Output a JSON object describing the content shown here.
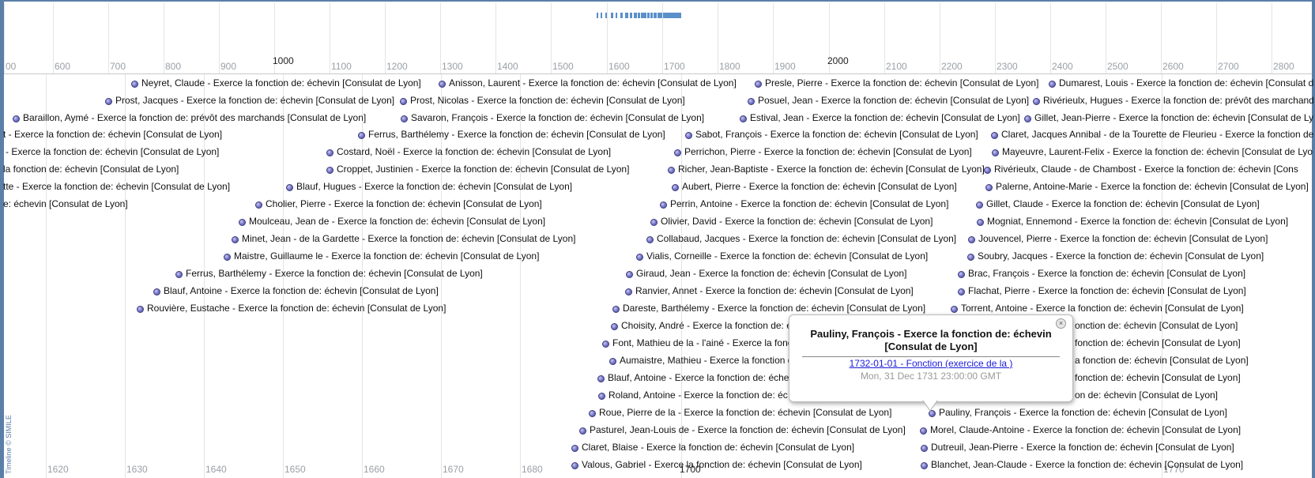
{
  "timeline": {
    "credit": "Timeline © SIMILE",
    "upper_ticks": [
      "00",
      "600",
      "700",
      "800",
      "900",
      "1000",
      "1100",
      "1200",
      "1300",
      "1400",
      "1500",
      "1600",
      "1700",
      "1800",
      "1900",
      "2000",
      "2100",
      "2200",
      "2300",
      "2400",
      "2500",
      "2600",
      "2700",
      "2800"
    ],
    "lower_ticks": [
      "1620",
      "1630",
      "1640",
      "1650",
      "1660",
      "1670",
      "1680",
      "1700",
      "1770"
    ],
    "popup": {
      "title": "Pauliny, François - Exerce la fonction de: échevin [Consulat de Lyon]",
      "link": "1732-01-01 - Fonction (exercice de la )",
      "date": "Mon, 31 Dec 1731 23:00:00 GMT",
      "close_glyph": "×"
    },
    "events": [
      "Neyret, Claude - Exerce la fonction de: échevin [Consulat de Lyon]",
      "Anisson, Laurent - Exerce la fonction de: échevin [Consulat de Lyon]",
      "Presle, Pierre - Exerce la fonction de: échevin [Consulat de Lyon]",
      "Dumarest, Louis - Exerce la fonction de: échevin [Consulat d",
      "Prost, Jacques - Exerce la fonction de: échevin [Consulat de Lyon]",
      "Prost, Nicolas - Exerce la fonction de: échevin [Consulat de Lyon]",
      "Posuel, Jean - Exerce la fonction de: échevin [Consulat de Lyon]",
      "Rivérieulx, Hugues - Exerce la fonction de: prévôt des marchand",
      "Baraillon, Aymé - Exerce la fonction de: prévôt des marchands [Consulat de Lyon]",
      "Savaron, François - Exerce la fonction de: échevin [Consulat de Lyon]",
      "Estival, Jean - Exerce la fonction de: échevin [Consulat de Lyon]",
      "Gillet, Jean-Pierre - Exerce la fonction de: échevin [Consulat de Ly",
      "t - Exerce la fonction de: échevin [Consulat de Lyon]",
      "Ferrus, Barthélemy - Exerce la fonction de: échevin [Consulat de Lyon]",
      "Sabot, François - Exerce la fonction de: échevin [Consulat de Lyon]",
      "Claret, Jacques Annibal - de la Tourette de Fleurieu - Exerce la fonction de",
      "- Exerce la fonction de: échevin [Consulat de Lyon]",
      "Costard, Noël - Exerce la fonction de: échevin [Consulat de Lyon]",
      "Perrichon, Pierre - Exerce la fonction de: échevin [Consulat de Lyon]",
      "Mayeuvre, Laurent-Felix - Exerce la fonction de: échevin [Consulat de Lyo",
      "la fonction de: échevin [Consulat de Lyon]",
      "Croppet, Justinien - Exerce la fonction de: échevin [Consulat de Lyon]",
      "Richer, Jean-Baptiste - Exerce la fonction de: échevin [Consulat de Lyon]",
      "Rivérieulx, Claude - de Chambost - Exerce la fonction de: échevin [Cons",
      "tte - Exerce la fonction de: échevin [Consulat de Lyon]",
      "Blauf, Hugues - Exerce la fonction de: échevin [Consulat de Lyon]",
      "Aubert, Pierre - Exerce la fonction de: échevin [Consulat de Lyon]",
      "Palerne, Antoine-Marie - Exerce la fonction de: échevin [Consulat de Lyon]",
      "e: échevin [Consulat de Lyon]",
      "Cholier, Pierre - Exerce la fonction de: échevin [Consulat de Lyon]",
      "Perrin, Antoine - Exerce la fonction de: échevin [Consulat de Lyon]",
      "Gillet, Claude - Exerce la fonction de: échevin [Consulat de Lyon]",
      "Moulceau, Jean de - Exerce la fonction de: échevin [Consulat de Lyon]",
      "Olivier, David - Exerce la fonction de: échevin [Consulat de Lyon]",
      "Mogniat, Ennemond - Exerce la fonction de: échevin [Consulat de Lyon]",
      "Minet, Jean - de la Gardette - Exerce la fonction de: échevin [Consulat de Lyon]",
      "Collabaud, Jacques - Exerce la fonction de: échevin [Consulat de Lyon]",
      "Jouvencel, Pierre - Exerce la fonction de: échevin [Consulat de Lyon]",
      "Maistre, Guillaume le - Exerce la fonction de: échevin [Consulat de Lyon]",
      "Vialis, Corneille - Exerce la fonction de: échevin [Consulat de Lyon]",
      "Soubry, Jacques - Exerce la fonction de: échevin [Consulat de Lyon]",
      "Ferrus, Barthélemy - Exerce la fonction de: échevin [Consulat de Lyon]",
      "Giraud, Jean - Exerce la fonction de: échevin [Consulat de Lyon]",
      "Brac, François - Exerce la fonction de: échevin [Consulat de Lyon]",
      "Blauf, Antoine - Exerce la fonction de: échevin [Consulat de Lyon]",
      "Ranvier, Annet - Exerce la fonction de: échevin [Consulat de Lyon]",
      "Flachat, Pierre - Exerce la fonction de: échevin [Consulat de Lyon]",
      "Rouvière, Eustache - Exerce la fonction de: échevin [Consulat de Lyon]",
      "Dareste, Barthélemy - Exerce la fonction de: échevin [Consulat de Lyon]",
      "Torrent, Antoine - Exerce la fonction de: échevin [Consulat de Lyon]",
      "Choisity, André - Exerce la fonction de: é",
      "onction de: échevin [Consulat de Lyon]",
      "Font, Mathieu de la - l'ainé - Exerce la fonction",
      "fonction de: échevin [Consulat de Lyon]",
      "Aumaistre, Mathieu - Exerce la fonction de",
      "a fonction de: échevin [Consulat de Lyon]",
      "Blauf, Antoine - Exerce la fonction de: éche",
      "fonction de: échevin [Consulat de Lyon]",
      "Roland, Antoine - Exerce la fonction de: éc",
      "on de: échevin [Consulat de Lyon]",
      "Roue, Pierre de la - Exerce la fonction de: échevin [Consulat de Lyon]",
      "Pauliny, François - Exerce la fonction de: échevin [Consulat de Lyon]",
      "Pasturel, Jean-Louis de - Exerce la fonction de: échevin [Consulat de Lyon]",
      "Morel, Claude-Antoine - Exerce la fonction de: échevin [Consulat de Lyon]",
      "Claret, Blaise - Exerce la fonction de: échevin [Consulat de Lyon]",
      "Dutreuil, Jean-Pierre - Exerce la fonction de: échevin [Consulat de Lyon]",
      "Valous, Gabriel - Exerce la fonction de: échevin [Consulat de Lyon]",
      "Blanchet, Jean-Claude - Exerce la fonction de: échevin [Consulat de Lyon]"
    ]
  }
}
